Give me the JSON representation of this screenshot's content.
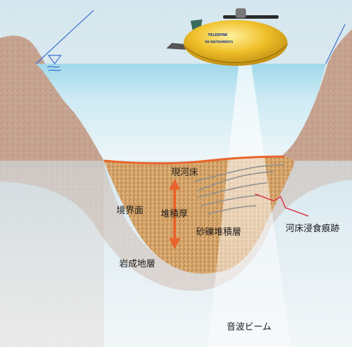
{
  "labels": {
    "current_riverbed": "現河床",
    "boundary_surface": "境界面",
    "sediment_thickness": "堆積厚",
    "gravel_layer": "砂礫堆積層",
    "bedrock": "岩成地層",
    "erosion_trace": "河床浸食痕跡",
    "sonar_beam": "音波ビーム"
  },
  "boat": {
    "brand": "TELEDYNE",
    "sub": "RD INSTRUMENTS"
  },
  "colors": {
    "water_top": "#a9dcec",
    "water_bottom": "#e8f4f8",
    "ground": "#c9a58e",
    "sediment": "#d7a66a",
    "riverbed_line": "#e8642c",
    "arrow": "#e8642c",
    "boat_yellow": "#f0c02a"
  }
}
